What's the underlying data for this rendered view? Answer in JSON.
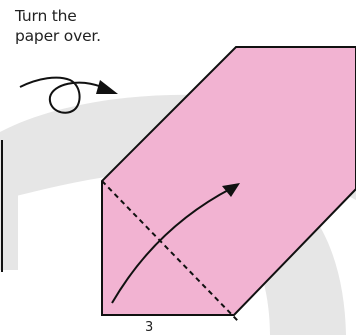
{
  "instruction": {
    "line1": "Turn the",
    "line2": "paper over."
  },
  "step_number": "3",
  "colors": {
    "paper_fill": "#f2b3d2",
    "outline": "#111111",
    "background_arc": "#e6e6e6",
    "text": "#222222"
  },
  "icons": [
    "turn-over-icon",
    "fold-arrow-icon",
    "fold-line-icon"
  ]
}
